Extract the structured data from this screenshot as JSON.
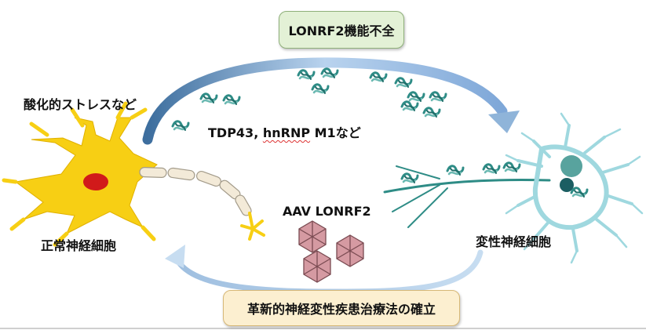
{
  "top_box": {
    "text": "LONRF2機能不全",
    "color": "#e3f1d6"
  },
  "bottom_box": {
    "text": "革新的神経変性疾患治療法の確立",
    "color": "#fcefd0"
  },
  "labels": {
    "oxidative_stress": "酸化的ストレスなど",
    "proteins_before": "TDP43, ",
    "proteins_underlined": "hnRNP",
    "proteins_after": " M1など",
    "aav": "AAV LONRF2",
    "normal_neuron": "正常神経細胞",
    "degenerating_neuron": "変性神経細胞"
  },
  "icons": {
    "neuron_normal": "normal-neuron-icon",
    "neuron_degenerating": "degenerating-neuron-icon",
    "protein_aggregate": "protein-aggregate-icon",
    "virus": "aav-virus-icon",
    "arrow_top": "curved-arrow-top-icon",
    "arrow_bottom": "curved-arrow-bottom-icon"
  },
  "colors": {
    "normal_neuron": "#f7cf14",
    "nucleus": "#d11a1a",
    "degenerating_neuron": "#9fd8df",
    "protein": "#2e8c86",
    "virus": "#c98b94",
    "arrow": "#8fb4d9"
  }
}
